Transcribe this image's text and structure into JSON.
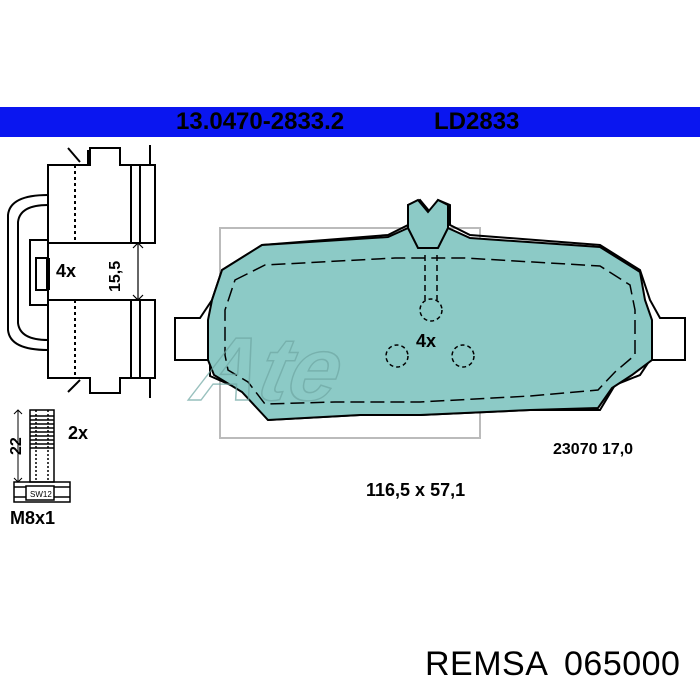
{
  "header": {
    "part_number": "13.0470-2833.2",
    "reference": "LD2833"
  },
  "clip": {
    "quantity": "4x",
    "dimension": "15,5"
  },
  "bolt": {
    "quantity": "2x",
    "length": "22",
    "thread": "M8x1",
    "wrench_size": "SW12"
  },
  "pad": {
    "hole_quantity": "4x",
    "wvn_thickness": "23070 17,0",
    "dimensions": "116,5 x 57,1",
    "fill_color": "#8ccac6",
    "logo_text": "Ate"
  },
  "footer": {
    "brand": "REMSA",
    "article": "065000"
  },
  "colors": {
    "header_bar": "#0a16f0"
  }
}
